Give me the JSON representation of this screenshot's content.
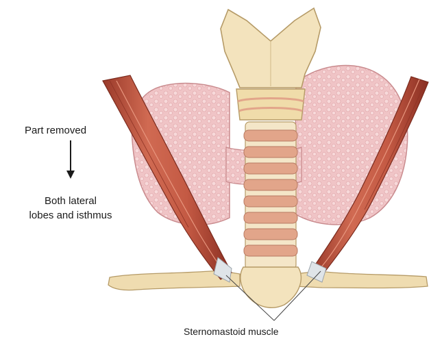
{
  "labels": {
    "part_removed": "Part removed",
    "lobes_line1": "Both lateral",
    "lobes_line2": "lobes and isthmus",
    "muscle": "Sternomastoid muscle"
  },
  "colors": {
    "thyroid": "#f0c4c6",
    "thyroid_outline": "#c98b8e",
    "cartilage": "#f3e3bd",
    "cartilage_outline": "#b59a66",
    "trachea_ring": "#e2a58a",
    "trachea_gap": "#f4e6c8",
    "muscle": "#c8614a",
    "muscle_dark": "#8e3325",
    "clavicle": "#efdcb0"
  }
}
